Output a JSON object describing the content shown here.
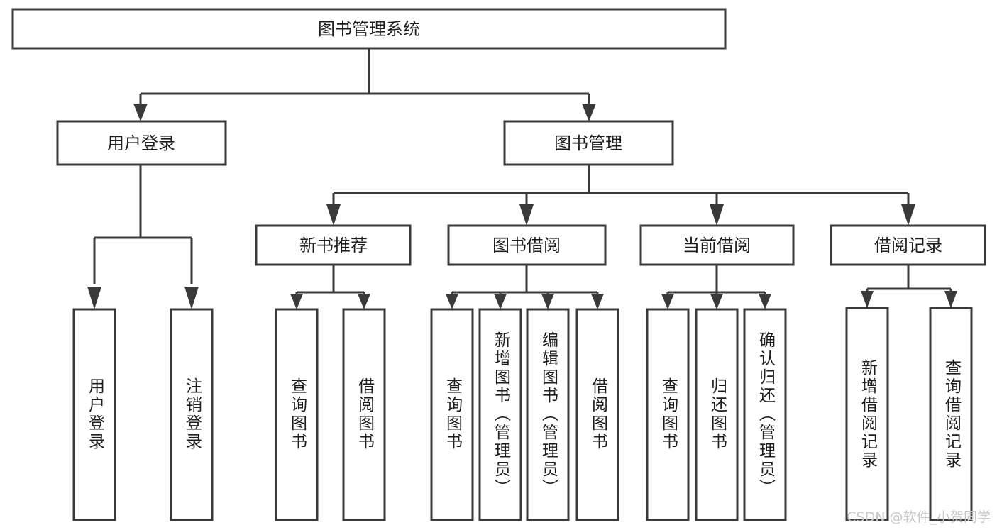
{
  "diagram": {
    "type": "tree-hierarchy-chart",
    "title": "图书管理系统",
    "background_color": "#ffffff",
    "line_color": "#3a3a3a",
    "text_color": "#1d1d1d",
    "levels": 4,
    "root": {
      "id": "root",
      "label": "图书管理系统",
      "orientation": "horizontal"
    },
    "level2": [
      {
        "id": "user-login",
        "label": "用户登录",
        "orientation": "horizontal"
      },
      {
        "id": "book-manage",
        "label": "图书管理",
        "orientation": "horizontal"
      }
    ],
    "level3": [
      {
        "id": "new-book-rec",
        "label": "新书推荐",
        "parent": "book-manage",
        "orientation": "horizontal"
      },
      {
        "id": "book-borrow",
        "label": "图书借阅",
        "parent": "book-manage",
        "orientation": "horizontal"
      },
      {
        "id": "current-borrow",
        "label": "当前借阅",
        "parent": "book-manage",
        "orientation": "horizontal"
      },
      {
        "id": "borrow-record",
        "label": "借阅记录",
        "parent": "book-manage",
        "orientation": "horizontal"
      }
    ],
    "leaves": [
      {
        "id": "leaf-user-login",
        "label": "用户登录",
        "parent": "user-login",
        "orientation": "vertical"
      },
      {
        "id": "leaf-logout",
        "label": "注销登录",
        "parent": "user-login",
        "orientation": "vertical"
      },
      {
        "id": "leaf-query-book-1",
        "label": "查询图书",
        "parent": "new-book-rec",
        "orientation": "vertical"
      },
      {
        "id": "leaf-borrow-book-1",
        "label": "借阅图书",
        "parent": "new-book-rec",
        "orientation": "vertical"
      },
      {
        "id": "leaf-query-book-2",
        "label": "查询图书",
        "parent": "book-borrow",
        "orientation": "vertical"
      },
      {
        "id": "leaf-add-book",
        "label": "新增图书（管理员）",
        "parent": "book-borrow",
        "orientation": "vertical"
      },
      {
        "id": "leaf-edit-book",
        "label": "编辑图书（管理员）",
        "parent": "book-borrow",
        "orientation": "vertical"
      },
      {
        "id": "leaf-borrow-book-2",
        "label": "借阅图书",
        "parent": "book-borrow",
        "orientation": "vertical"
      },
      {
        "id": "leaf-query-book-3",
        "label": "查询图书",
        "parent": "current-borrow",
        "orientation": "vertical"
      },
      {
        "id": "leaf-return-book",
        "label": "归还图书",
        "parent": "current-borrow",
        "orientation": "vertical"
      },
      {
        "id": "leaf-confirm-return",
        "label": "确认归还（管理员）",
        "parent": "current-borrow",
        "orientation": "vertical"
      },
      {
        "id": "leaf-add-record",
        "label": "新增借阅记录",
        "parent": "borrow-record",
        "orientation": "vertical"
      },
      {
        "id": "leaf-query-record",
        "label": "查询借阅记录",
        "parent": "borrow-record",
        "orientation": "vertical"
      }
    ]
  },
  "watermark": {
    "text": "CSDN @软件_小贺同学",
    "color": "#c7c7c7"
  }
}
